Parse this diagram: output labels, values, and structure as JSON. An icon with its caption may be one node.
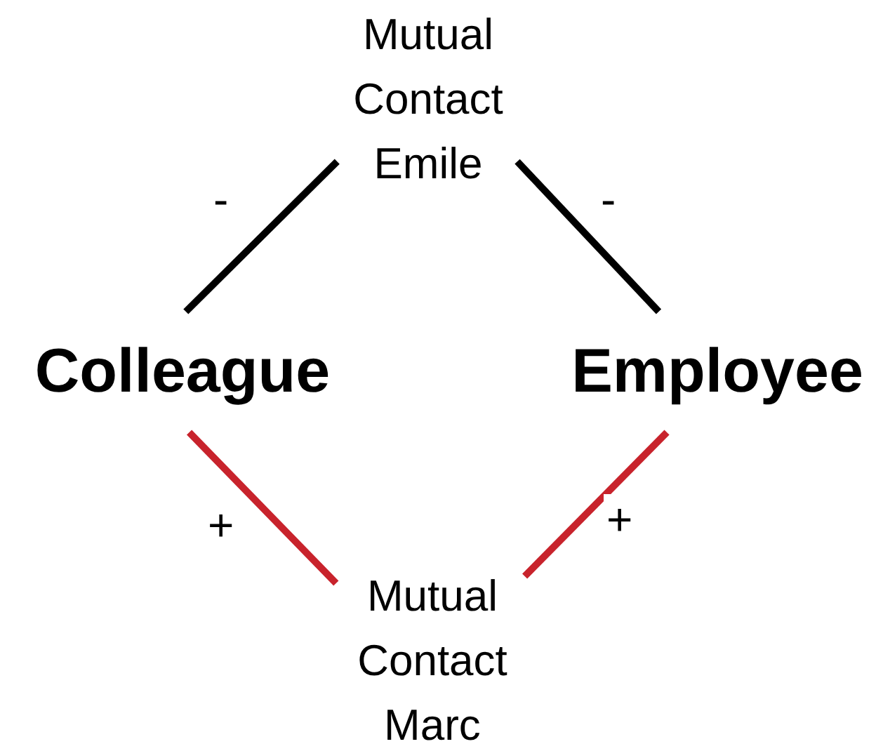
{
  "diagram": {
    "nodes": [
      {
        "text": [
          "Mutual Contact Emile"
        ]
      },
      {
        "text": [
          "Colleague"
        ]
      },
      {
        "text": [
          "Employee"
        ]
      },
      {
        "text": [
          "Mutual Contact Marc"
        ]
      }
    ],
    "edges": [
      {
        "from": 0,
        "to": 1,
        "arrow": "none",
        "label": "-",
        "color": "#000000"
      },
      {
        "from": 0,
        "to": 2,
        "arrow": "none",
        "label": "-",
        "color": "#000000"
      },
      {
        "from": 1,
        "to": 3,
        "arrow": "none",
        "label": "+",
        "color": "#c8232c"
      },
      {
        "from": 2,
        "to": 3,
        "arrow": "none",
        "label": "+",
        "color": "#c8232c"
      }
    ]
  }
}
